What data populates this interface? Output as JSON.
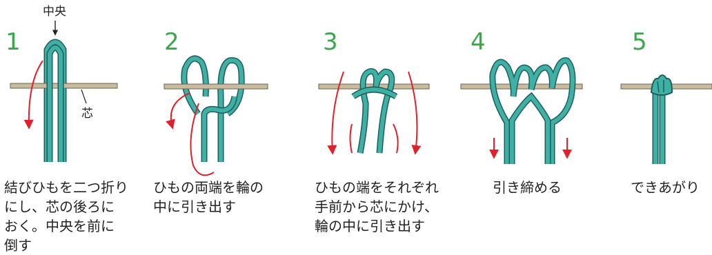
{
  "colors": {
    "cord": "#3fb0a5",
    "cord_edge": "#1d5e58",
    "core": "#c9bb9e",
    "core_edge": "#6b6250",
    "arrow": "#e0202a",
    "step_number": "#3aa84a"
  },
  "labels": {
    "center": "中央",
    "core": "芯"
  },
  "steps": [
    {
      "number": "1",
      "caption": "結びひもを二つ折り\nにし、芯の後ろに\nおく。中央を前に\n倒す"
    },
    {
      "number": "2",
      "caption": "ひもの両端を輪の\n中に引き出す"
    },
    {
      "number": "3",
      "caption": "ひもの端をそれぞれ\n手前から芯にかけ、\n輪の中に引き出す"
    },
    {
      "number": "4",
      "caption": "引き締める"
    },
    {
      "number": "5",
      "caption": "できあがり"
    }
  ]
}
